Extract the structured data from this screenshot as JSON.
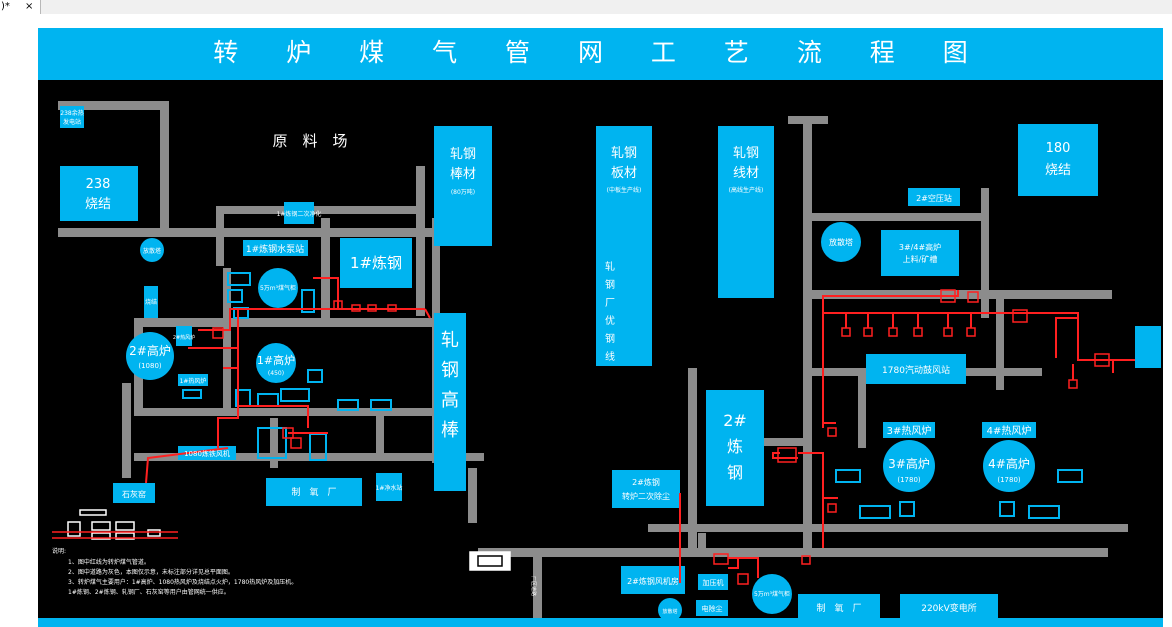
{
  "window": {
    "tab_title": ")*",
    "close_glyph": "×"
  },
  "title": "转 炉 煤 气 管 网 工 艺 流 程 图",
  "colors": {
    "accent": "#00b4f0",
    "pipe": "#ff2020",
    "road": "#8c8c8c",
    "background": "#000000",
    "text": "#ffffff"
  },
  "labels": {
    "yuanliaochang": "原　料　场",
    "sinter238_a": "238",
    "sinter238_b": "烧结",
    "sinter180_a": "180",
    "sinter180_b": "烧结",
    "substation_a": "238余热",
    "substation_b": "发电站",
    "fangsan_left": "放散塔",
    "sinter_water": "烧结",
    "shuibeng_1": "1#炼钢水泵站",
    "shuizhan_2": "1#炼钢二次净化",
    "lg1": "1#炼钢",
    "gl_holder_5": "5万m³煤气柜",
    "gl2_a": "2#高炉",
    "gl2_b": "(1080)",
    "gl1_a": "1#高炉",
    "gl1_b": "(450)",
    "rfl_small": "2#热风炉",
    "rfl_small2": "1#热风炉",
    "gl1080": "1080炼铁风机",
    "shihuiyao": "石灰窑",
    "zhiyang_a": "制　氧　厂",
    "zhiyang_b": "制　氧　厂",
    "shuizhan_1": "1#净水站",
    "bc_a": "轧钢",
    "bc_b": "棒材",
    "bc_c": "(80万吨)",
    "gb_1": "轧",
    "gb_2": "钢",
    "gb_3": "高",
    "gb_4": "棒",
    "bancai_a": "轧钢",
    "bancai_b": "板材",
    "bancai_c": "(中板生产线)",
    "yougang_1": "轧",
    "yougang_2": "钢",
    "yougang_3": "厂",
    "yougang_4": "优",
    "yougang_5": "钢",
    "yougang_6": "线",
    "xiancai_a": "轧钢",
    "xiancai_b": "线材",
    "xiancai_c": "(高线生产线)",
    "kongya": "2#空压站",
    "fangsan_right": "放散塔",
    "gl34_a": "3#/4#高炉",
    "gl34_b": "上料/矿槽",
    "fengji1780": "1780汽动鼓风站",
    "rfl3": "3#热风炉",
    "rfl4": "4#热风炉",
    "gl3_a": "3#高炉",
    "gl3_b": "(1780)",
    "gl4_a": "4#高炉",
    "gl4_b": "(1780)",
    "lg2_a": "2#",
    "lg2_b": "炼",
    "lg2_c": "钢",
    "chuchen_a": "2#炼钢",
    "chuchen_b": "转炉二次除尘",
    "fengjifang": "2#炼钢风机房",
    "yasuoji": "加压机",
    "dianjingchen": "电除尘",
    "holder_b": "5万m³煤气柜",
    "fangsan_bottom": "放散塔",
    "substation_220": "220kV变电所",
    "road_label": "厂区道路"
  },
  "notes": {
    "heading": "说明:",
    "n1": "1、图中红线为转炉煤气管道。",
    "n2": "2、图中道路为灰色，本图仅示意，未标注部分详见总平面图。",
    "n3": "3、转炉煤气主要用户：1#高炉、1080热风炉及烧结点火炉，1780热风炉及加压机。",
    "n4": "1#炼钢、2#炼钢、轧钢厂、石灰窑等用户由管网统一供应。"
  }
}
